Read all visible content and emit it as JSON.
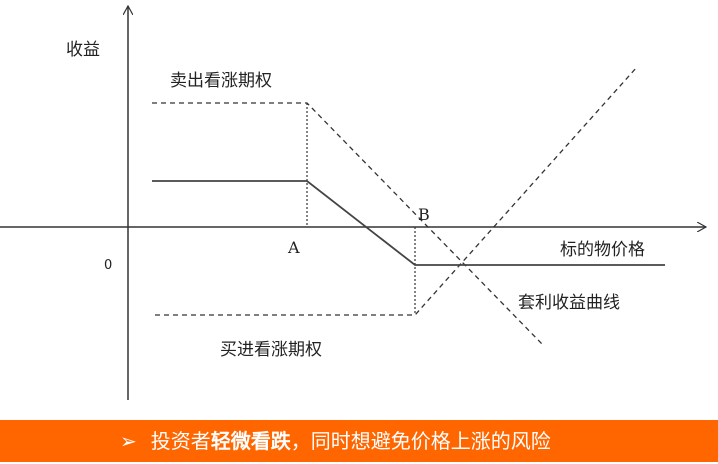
{
  "labels": {
    "y_axis": "收益",
    "x_axis": "标的物价格",
    "origin": "0",
    "point_a": "A",
    "point_b": "B",
    "sell_call": "卖出看涨期权",
    "buy_call": "买进看涨期权",
    "arbitrage_curve": "套利收益曲线"
  },
  "banner": {
    "bullet": "➢",
    "text_before": "投资者",
    "text_bold": "轻微看跌",
    "text_after": "，同时想避免价格上涨的风险"
  },
  "colors": {
    "banner": "#FF6600",
    "line": "#333333"
  }
}
